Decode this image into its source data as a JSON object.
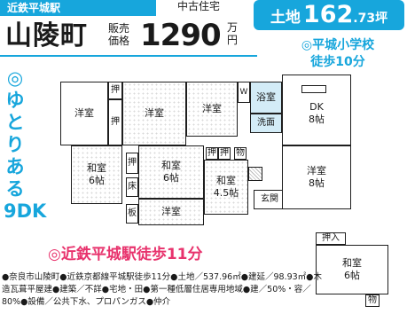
{
  "header": {
    "station": "近鉄平城駅",
    "property_type": "中古住宅",
    "town": "山陵町",
    "price_label": "販売価格",
    "price": "1290",
    "price_unit": "万円"
  },
  "area_badge": {
    "label": "土地",
    "integer": "162",
    "decimal": ".73",
    "unit": "坪"
  },
  "school": {
    "line1": "◎平城小学校",
    "line2": "徒歩10分"
  },
  "side_text": "◎ゆとりある9DK",
  "station_walk": "◎近鉄平城駅徒歩11分",
  "floor_plan": {
    "rooms": {
      "youshitsu_nw": "洋室",
      "youshitsu_n2": "洋室",
      "youshitsu_n3": "洋室",
      "washitsu_w": "和室\n6帖",
      "washitsu_c": "和室\n6帖",
      "washitsu_s": "和室\n4.5帖",
      "youshitsu_s": "洋室",
      "youshitsu_e": "洋室\n8帖",
      "dk": "DK\n8帖",
      "washitsu_se": "和室\n6帖"
    },
    "closets": {
      "oshi": "押",
      "oshi_in": "押入",
      "mono": "物",
      "toko": "床",
      "ita": "板"
    },
    "bath": "浴室",
    "washroom": "洗面",
    "toilet": "W",
    "entrance": "玄関"
  },
  "footnote": "●奈良市山陵町●近鉄京都線平城駅徒歩11分●土地／537.96㎡●建延／98.93㎡●木造瓦葺平屋建●建築／不詳●宅地・田●第一種低層住居専用地域●建／50%・容／80%●設備／公共下水、プロパンガス●仲介",
  "colors": {
    "accent_blue": "#17a6dc",
    "accent_pink": "#e8336d",
    "wet_area": "#d3ecf7"
  }
}
